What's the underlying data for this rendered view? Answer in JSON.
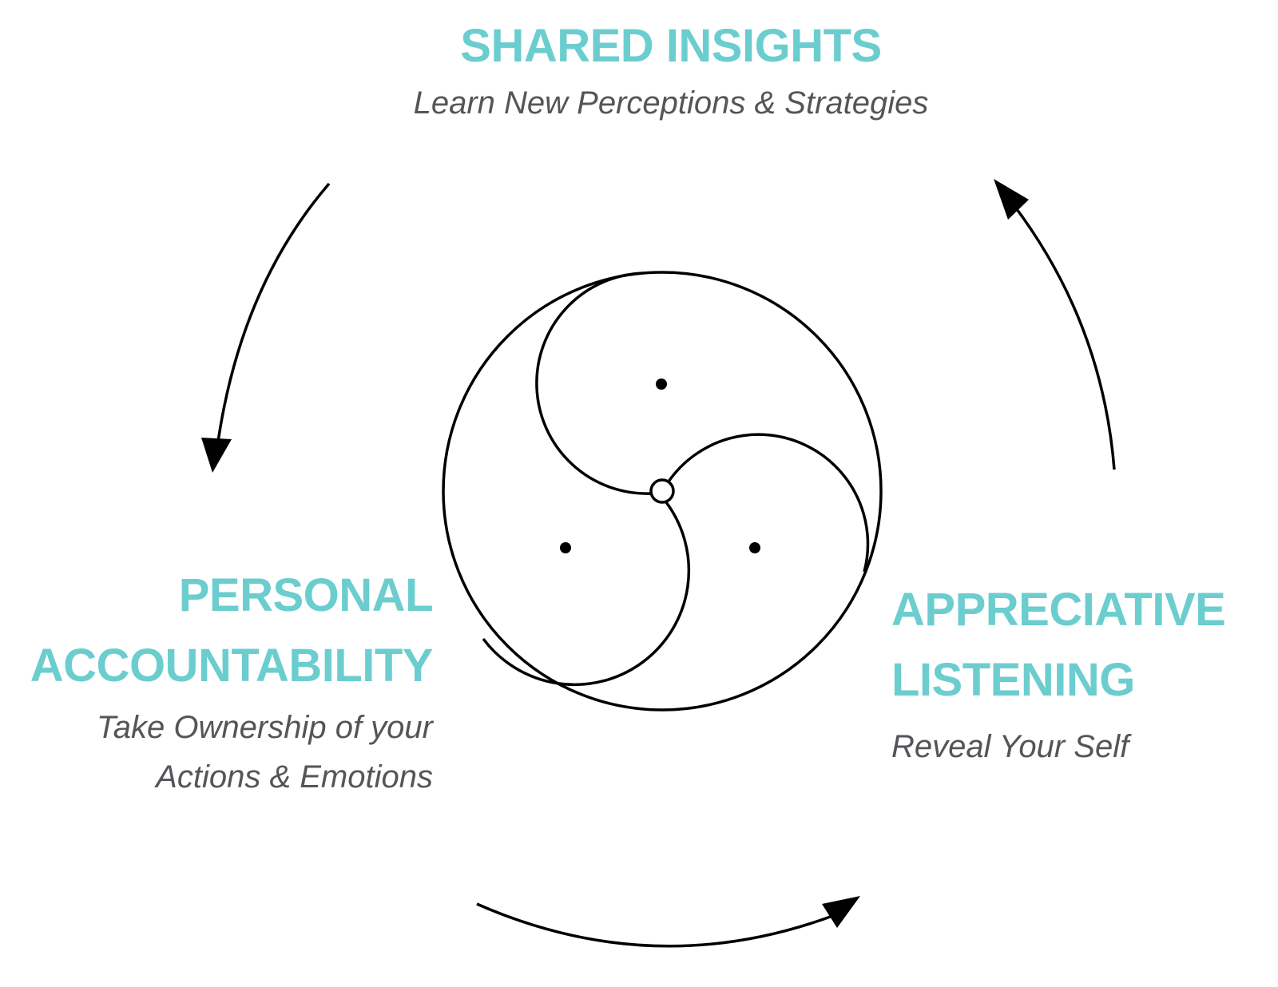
{
  "colors": {
    "accent": "#6ccdcf",
    "subtitle": "#555559",
    "stroke": "#000000"
  },
  "nodes": {
    "shared_insights": {
      "title": "SHARED INSIGHTS",
      "subtitle": "Learn New Perceptions & Strategies"
    },
    "personal_accountability": {
      "title_line1": "PERSONAL",
      "title_line2": "ACCOUNTABILITY",
      "subtitle_line1": "Take Ownership of your",
      "subtitle_line2": "Actions & Emotions"
    },
    "appreciative_listening": {
      "title_line1": "APPRECIATIVE",
      "title_line2": "LISTENING",
      "subtitle": "Reveal Your Self"
    }
  },
  "cycle": {
    "direction": "counter-clockwise",
    "arrows": [
      {
        "from": "shared_insights",
        "to": "personal_accountability"
      },
      {
        "from": "personal_accountability",
        "to": "appreciative_listening"
      },
      {
        "from": "appreciative_listening",
        "to": "shared_insights"
      }
    ]
  },
  "center_icon": "triskelion-icon"
}
